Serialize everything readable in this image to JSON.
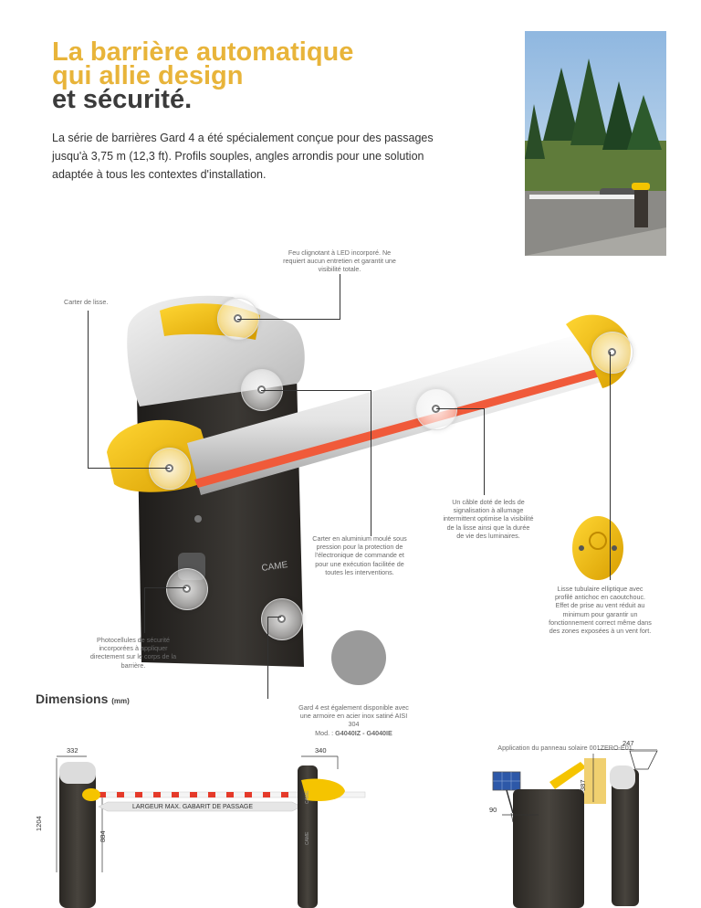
{
  "heading": {
    "line1": "La barrière automatique",
    "line2": "qui allie design",
    "line3": "et sécurité."
  },
  "intro": "La série de barrières Gard 4 a été spécialement conçue pour des passages jusqu'à 3,75 m (12,3 ft). Profils souples, angles arrondis pour une solution adaptée à tous les contextes d'installation.",
  "callouts": {
    "led_flasher": "Feu clignotant à LED incorporé. Ne requiert aucun entretien et garantit une visibilité totale.",
    "boom_cover": "Carter de lisse.",
    "led_cable": "Un câble doté de leds de signalisation à allumage intermittent optimise la visibilité de la lisse ainsi que la durée de vie des luminaires.",
    "aluminium_housing": "Carter en aluminium moulé sous pression pour la protection de l'électronique de commande et pour une exécution facilitée de toutes les interventions.",
    "elliptic_boom": "Lisse tubulaire elliptique avec profilé antichoc en caoutchouc. Effet de prise au vent réduit au minimum pour garantir un fonctionnement correct même dans des zones exposées à un vent fort.",
    "photocells": "Photocellules de sécurité incorporées à appliquer directement sur le corps de la barrière.",
    "stainless": "Gard 4 est également disponible avec une armoire en acier inox satiné AISI 304",
    "stainless_mod_prefix": "Mod. : ",
    "stainless_mod_codes": "G4040IZ - G4040IE",
    "solar": "Application du panneau solaire 001ZERO-E01."
  },
  "dimensions": {
    "title": "Dimensions",
    "unit": "(mm)",
    "d332": "332",
    "d340": "340",
    "d1204": "1204",
    "d884": "884",
    "d247": "247",
    "d387": "387",
    "d90": "90",
    "passage": "LARGEUR MAX. GABARIT DE PASSAGE"
  },
  "colors": {
    "accent": "#e8b43a",
    "yellow": "#f5c400",
    "dark": "#2f2c28"
  }
}
